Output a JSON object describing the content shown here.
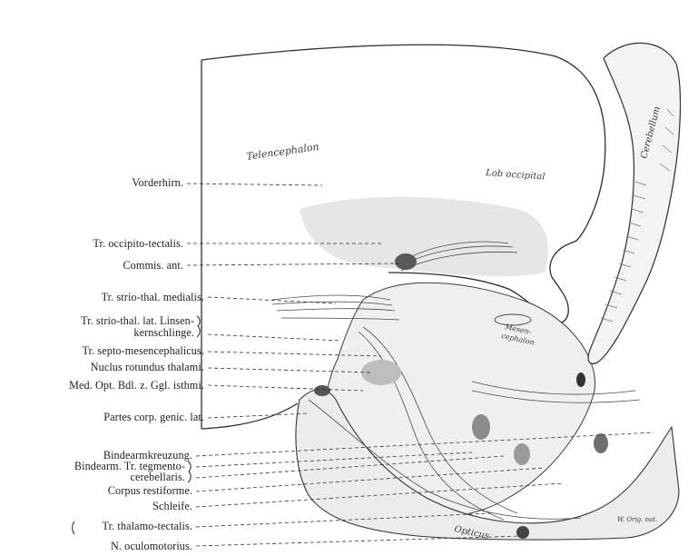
{
  "figure": {
    "labels": [
      {
        "id": "vorderhirn",
        "text": "Vorderhirn."
      },
      {
        "id": "occipito-tectalis",
        "text": "Tr. occipito-tectalis."
      },
      {
        "id": "commis-ant",
        "text": "Commis. ant."
      },
      {
        "id": "strio-thal-medialis",
        "text": "Tr. strio-thal. medialis."
      },
      {
        "id": "strio-thal-lat",
        "text": "Tr. strio-thal. lat. Linsen-"
      },
      {
        "id": "strio-thal-lat-2",
        "text": "kernschlinge."
      },
      {
        "id": "septo-mesencephalicus",
        "text": "Tr. septo-mesencephalicus."
      },
      {
        "id": "nuclus-rotundus",
        "text": "Nuclus rotundus thalami."
      },
      {
        "id": "med-opt-bdl",
        "text": "Med. Opt. Bdl. z. Ggl. isthmi."
      },
      {
        "id": "partes-corp-genic",
        "text": "Partes corp. genic. lat."
      },
      {
        "id": "bindearmkreuzung",
        "text": "Bindearmkreuzung."
      },
      {
        "id": "bindearm-tegmento",
        "text": "Bindearm. Tr. tegmento-"
      },
      {
        "id": "cerebellaris",
        "text": "cerebellaris."
      },
      {
        "id": "corpus-restiforme",
        "text": "Corpus restiforme."
      },
      {
        "id": "schleife",
        "text": "Schleife."
      },
      {
        "id": "thalamo-tectalis",
        "text": "Tr. thalamo-tectalis."
      },
      {
        "id": "oculomotorius",
        "text": "N. oculomotorius."
      }
    ],
    "handwritten": {
      "telencephalon": "Telencephalon",
      "lob_occipital": "Lob occipital",
      "cerebellum": "Cerebellum",
      "mesencephalon_1": "Mesen-",
      "mesencephalon_2": "cephalon",
      "opticus": "Opticus",
      "corner_note": "W. Orig. nat."
    }
  }
}
